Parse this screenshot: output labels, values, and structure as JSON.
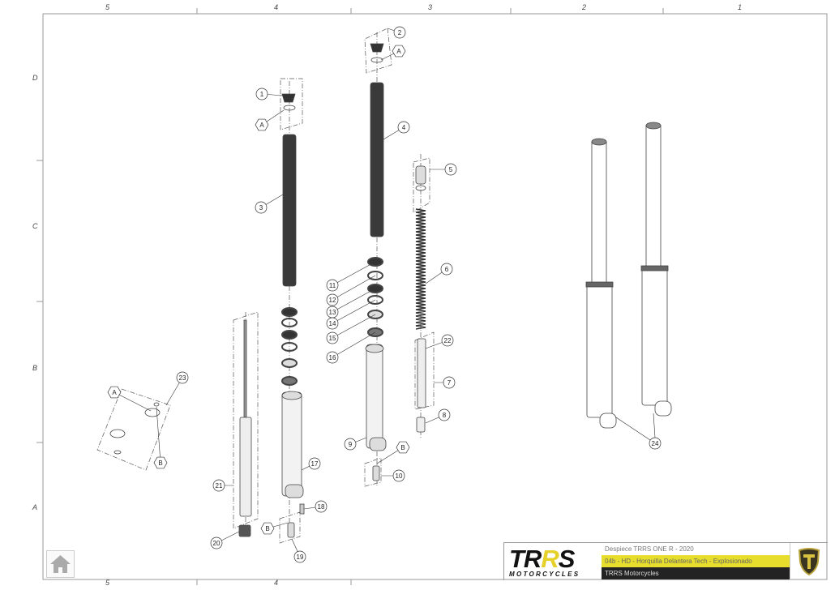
{
  "frame": {
    "columns": [
      "5",
      "4",
      "3",
      "2",
      "1"
    ],
    "rows": [
      "D",
      "C",
      "B",
      "A"
    ]
  },
  "callouts": [
    "1",
    "A",
    "2",
    "A",
    "3",
    "4",
    "5",
    "6",
    "7",
    "8",
    "9",
    "10",
    "11",
    "12",
    "13",
    "14",
    "15",
    "16",
    "17",
    "18",
    "19",
    "20",
    "21",
    "22",
    "23",
    "24",
    "B",
    "B",
    "A",
    "B"
  ],
  "title_block": {
    "logo_text_main": "TRRS",
    "logo_text_sub": "MOTORCYCLES",
    "line1": "Despiece TRRS ONE R - 2020",
    "line2": "04b - HD - Horquilla Delantera Tech - Explosionado",
    "line3": "TRRS Motorcycles"
  },
  "colors": {
    "accent": "#e6dd2c",
    "dark": "#232323",
    "line": "#999999"
  },
  "home_button": {
    "icon": "home-icon"
  }
}
